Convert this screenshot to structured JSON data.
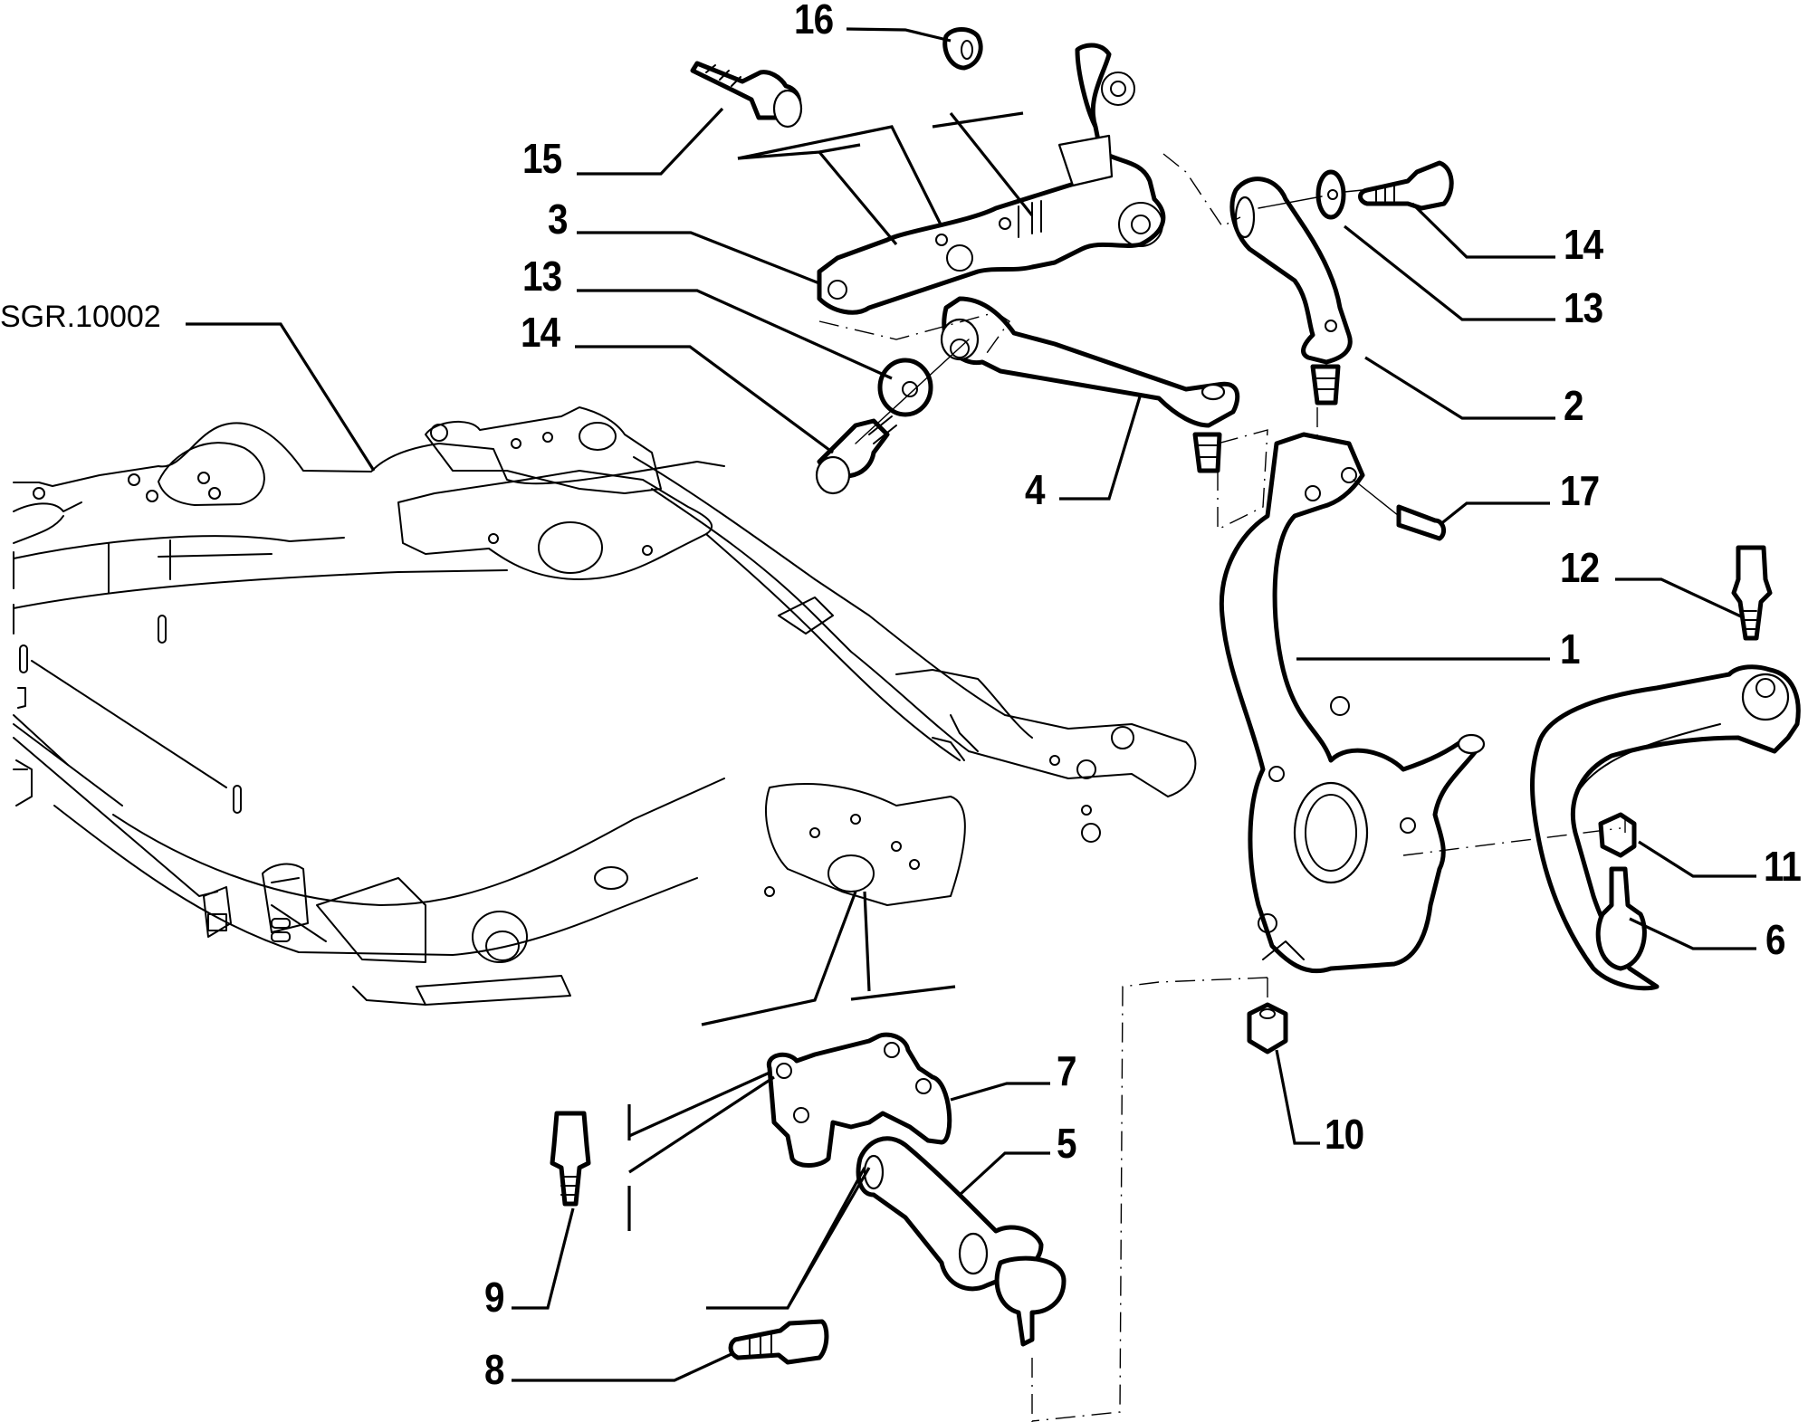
{
  "diagram": {
    "title": "Front suspension exploded view",
    "reference": "SGR.10002",
    "colors": {
      "ink": "#000000",
      "paper": "#ffffff"
    },
    "callouts": [
      {
        "id": "c16",
        "number": "16",
        "part": "nut"
      },
      {
        "id": "c15",
        "number": "15",
        "part": "bolt"
      },
      {
        "id": "c3",
        "number": "3",
        "part": "upper-arm"
      },
      {
        "id": "c13l",
        "number": "13",
        "part": "washer"
      },
      {
        "id": "c14l",
        "number": "14",
        "part": "bolt"
      },
      {
        "id": "c4",
        "number": "4",
        "part": "upper-link"
      },
      {
        "id": "c14r",
        "number": "14",
        "part": "bolt"
      },
      {
        "id": "c13r",
        "number": "13",
        "part": "washer"
      },
      {
        "id": "c2",
        "number": "2",
        "part": "upper-link-with-ball-joint"
      },
      {
        "id": "c17",
        "number": "17",
        "part": "pinch-bolt"
      },
      {
        "id": "c12",
        "number": "12",
        "part": "bolt"
      },
      {
        "id": "c1",
        "number": "1",
        "part": "steering-knuckle"
      },
      {
        "id": "c11",
        "number": "11",
        "part": "nut"
      },
      {
        "id": "c6",
        "number": "6",
        "part": "lower-arm"
      },
      {
        "id": "c10",
        "number": "10",
        "part": "nut"
      },
      {
        "id": "c7",
        "number": "7",
        "part": "lower-arm-bracket"
      },
      {
        "id": "c5",
        "number": "5",
        "part": "lower-link"
      },
      {
        "id": "c9",
        "number": "9",
        "part": "bolt"
      },
      {
        "id": "c8",
        "number": "8",
        "part": "bolt"
      }
    ]
  }
}
